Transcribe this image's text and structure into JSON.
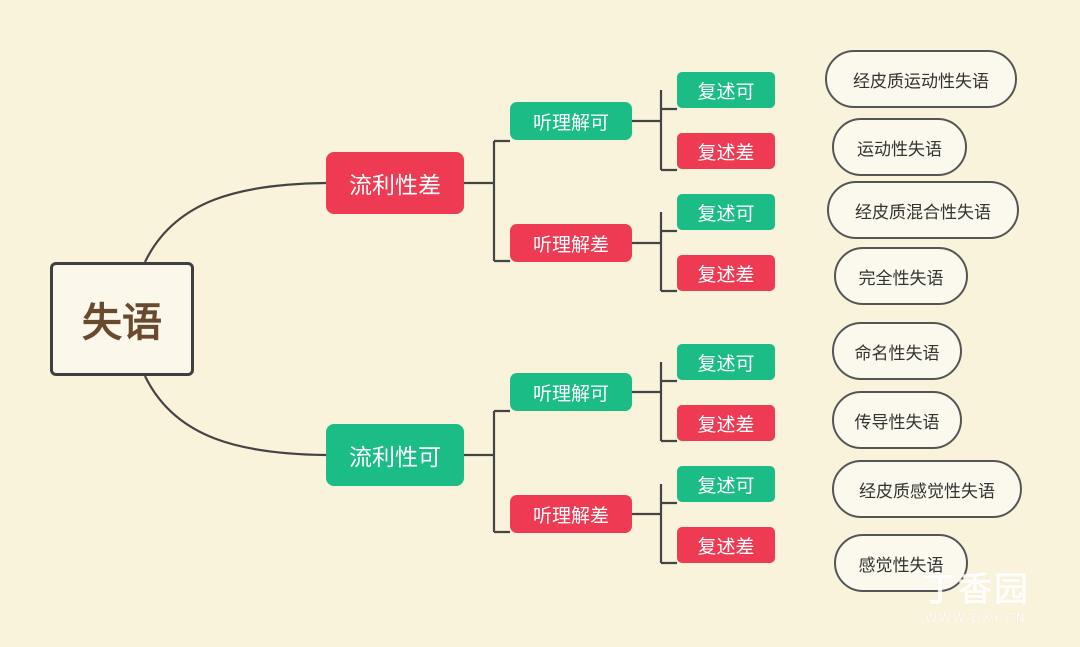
{
  "root": {
    "label": "失语"
  },
  "colors": {
    "red": "#ee3a52",
    "green": "#1bbc86",
    "background": "#f9f3dc",
    "line": "#444444",
    "root_text": "#6a4a2e"
  },
  "branches": [
    {
      "label": "流利性差",
      "color": "red",
      "children": [
        {
          "label": "听理解可",
          "color": "green",
          "children": [
            {
              "label": "复述可",
              "color": "green",
              "result": "经皮质运动性失语"
            },
            {
              "label": "复述差",
              "color": "red",
              "result": "运动性失语"
            }
          ]
        },
        {
          "label": "听理解差",
          "color": "red",
          "children": [
            {
              "label": "复述可",
              "color": "green",
              "result": "经皮质混合性失语"
            },
            {
              "label": "复述差",
              "color": "red",
              "result": "完全性失语"
            }
          ]
        }
      ]
    },
    {
      "label": "流利性可",
      "color": "green",
      "children": [
        {
          "label": "听理解可",
          "color": "green",
          "children": [
            {
              "label": "复述可",
              "color": "green",
              "result": "命名性失语"
            },
            {
              "label": "复述差",
              "color": "red",
              "result": "传导性失语"
            }
          ]
        },
        {
          "label": "听理解差",
          "color": "red",
          "children": [
            {
              "label": "复述可",
              "color": "green",
              "result": "经皮质感觉性失语"
            },
            {
              "label": "复述差",
              "color": "red",
              "result": "感觉性失语"
            }
          ]
        }
      ]
    }
  ],
  "watermark": {
    "logo": "丁香园",
    "url": "WWW.DXY.CN"
  }
}
